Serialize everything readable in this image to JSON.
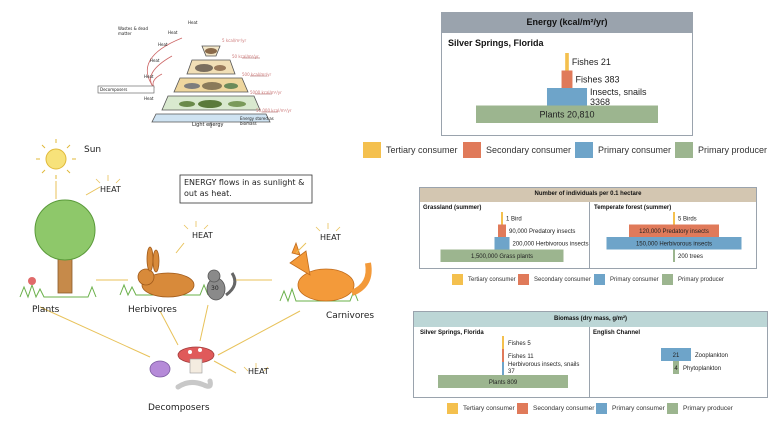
{
  "colors": {
    "tertiary": "#f4c04e",
    "secondary": "#e07a5a",
    "primary": "#6ea4c9",
    "producer": "#9cb58f",
    "header_dark": "#9aa3ad",
    "header_tan": "#d3c6b1",
    "header_teal": "#bcd6d6"
  },
  "pyramid_sketch": {
    "labels": [
      "Heat",
      "Heat",
      "Heat",
      "Heat",
      "Heat",
      "Heat"
    ],
    "energy_values": [
      "5 kcal/m²/yr",
      "50 kcal/m²/yr",
      "500 kcal/m²/yr",
      "5000 kcal/m²/yr",
      "50,000 kcal/m²/yr"
    ],
    "side_left": "Wastes & dead matter",
    "detritivores": "Decomposers",
    "bottom_label": "Light energy",
    "right_label": "Energy stored as biomass"
  },
  "food_web": {
    "sun": "Sun",
    "heat": "HEAT",
    "note": "ENERGY flows in as sunlight & out as heat.",
    "note_highlight": "ENERGY",
    "plants": "Plants",
    "herbivores": "Herbivores",
    "carnivores": "Carnivores",
    "decomposers": "Decomposers",
    "squirrel_num": "30"
  },
  "energy_chart": {
    "title": "Energy (kcal/m²/yr)",
    "subtitle": "Silver Springs, Florida",
    "levels": [
      {
        "label": "Fishes 21",
        "value": 21,
        "level": "tertiary"
      },
      {
        "label": "Fishes 383",
        "value": 383,
        "level": "secondary"
      },
      {
        "label": "Insects, snails 3368",
        "value": 3368,
        "level": "primary"
      },
      {
        "label": "Plants 20,810",
        "value": 20810,
        "level": "producer"
      }
    ],
    "legend": [
      "Tertiary consumer",
      "Secondary consumer",
      "Primary consumer",
      "Primary producer"
    ]
  },
  "numbers_chart": {
    "title": "Number of individuals per 0.1 hectare",
    "grassland": {
      "subtitle": "Grassland (summer)",
      "levels": [
        {
          "label": "1 Bird",
          "value": 1,
          "level": "tertiary"
        },
        {
          "label": "90,000 Predatory insects",
          "value": 90000,
          "level": "secondary"
        },
        {
          "label": "200,000 Herbivorous insects",
          "value": 200000,
          "level": "primary"
        },
        {
          "label": "1,500,000 Grass plants",
          "value": 1500000,
          "level": "producer"
        }
      ]
    },
    "forest": {
      "subtitle": "Temperate forest (summer)",
      "levels": [
        {
          "label": "5 Birds",
          "value": 5,
          "level": "tertiary"
        },
        {
          "label": "120,000 Predatory insects",
          "value": 120000,
          "level": "secondary"
        },
        {
          "label": "150,000 Herbivorous insects",
          "value": 150000,
          "level": "primary"
        },
        {
          "label": "200 trees",
          "value": 200,
          "level": "producer"
        }
      ]
    },
    "legend": [
      "Tertiary consumer",
      "Secondary consumer",
      "Primary consumer",
      "Primary producer"
    ]
  },
  "biomass_chart": {
    "title": "Biomass (dry mass, g/m²)",
    "silver": {
      "subtitle": "Silver Springs, Florida",
      "levels": [
        {
          "label": "Fishes 5",
          "value": 5,
          "level": "tertiary"
        },
        {
          "label": "Fishes 11",
          "value": 11,
          "level": "secondary"
        },
        {
          "label": "Herbivorous insects, snails 37",
          "value": 37,
          "level": "primary"
        },
        {
          "label": "Plants 809",
          "value": 809,
          "level": "producer"
        }
      ]
    },
    "channel": {
      "subtitle": "English Channel",
      "levels": [
        {
          "label": "Zooplankton",
          "value": 21,
          "value_label": "21",
          "level": "primary"
        },
        {
          "label": "Phytoplankton",
          "value": 4,
          "value_label": "4",
          "level": "producer"
        }
      ]
    },
    "legend": [
      "Tertiary consumer",
      "Secondary consumer",
      "Primary consumer",
      "Primary producer"
    ]
  }
}
